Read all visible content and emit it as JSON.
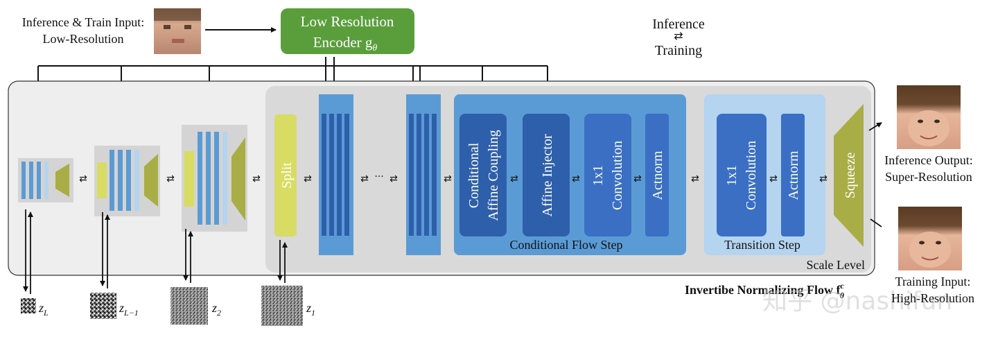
{
  "input": {
    "line1": "Inference & Train Input:",
    "line2": "Low-Resolution"
  },
  "encoder": {
    "line1": "Low Resolution",
    "line2": "Encoder g",
    "subscript": "θ"
  },
  "legend": {
    "top": "Inference",
    "bottom": "Training",
    "arrows": "⇄"
  },
  "blocks": {
    "split": "Split",
    "cond_affine_coupling_1": "Conditional",
    "cond_affine_coupling_2": "Affine Coupling",
    "affine_injector": "Affine Injector",
    "conv_1": "1x1",
    "conv_2": "Convolution",
    "actnorm": "Actnorm",
    "trans_conv_1": "1x1",
    "trans_conv_2": "Convolution",
    "trans_actnorm": "Actnorm",
    "squeeze": "Squeeze",
    "ellipsis": "···"
  },
  "labels": {
    "conditional_flow_step": "Conditional Flow Step",
    "transition_step": "Transition Step",
    "scale_level": "Scale Level",
    "flow_title": "Invertibe Normalizing Flow f",
    "flow_sub": "θ",
    "flow_sup": "c"
  },
  "latents": {
    "zL": "z",
    "zL_sub": "L",
    "zL1": "z",
    "zL1_sub": "L−1",
    "z2": "z",
    "z2_sub": "2",
    "z1": "z",
    "z1_sub": "1"
  },
  "outputs": {
    "inference_line1": "Inference Output:",
    "inference_line2": "Super-Resolution",
    "training_line1": "Training Input:",
    "training_line2": "High-Resolution"
  },
  "watermark": "知乎 @nashifun",
  "colors": {
    "encoder_green": "#5a9e3c",
    "split_yellow": "#d8dc63",
    "squeeze_olive": "#a9ad45",
    "flow_blue": "#5b9bd5",
    "dark_blue": "#2e5faa",
    "mid_blue": "#3a6fc4",
    "light_blue": "#b4d4f0",
    "grey_panel": "#d9d9d9",
    "outer_panel": "#eeeeee"
  }
}
